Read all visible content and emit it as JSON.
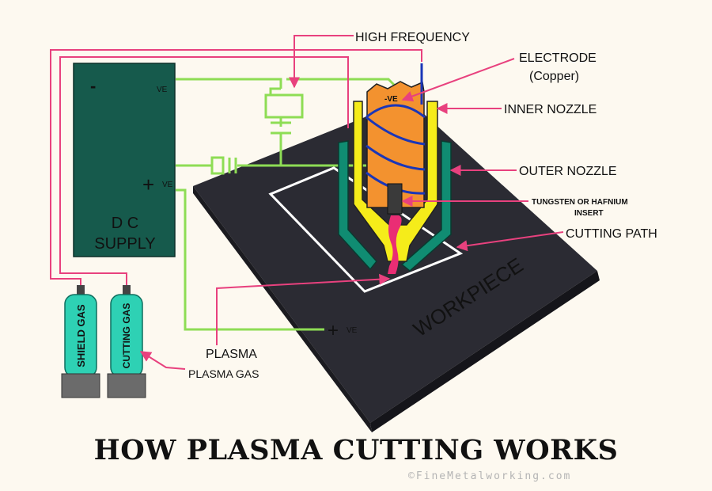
{
  "labels": {
    "high_frequency": "HIGH FREQUENCY",
    "electrode": "ELECTRODE",
    "electrode_material": "(Copper)",
    "inner_nozzle": "INNER NOZZLE",
    "outer_nozzle": "OUTER NOZZLE",
    "insert_line1": "TUNGSTEN OR HAFNIUM",
    "insert_line2": "INSERT",
    "cutting_path": "CUTTING PATH",
    "workpiece": "WORKPIECE",
    "plasma": "PLASMA",
    "plasma_gas": "PLASMA GAS",
    "supply_line1": "D C",
    "supply_line2": "SUPPLY",
    "supply_neg_sign": "-",
    "supply_pos_sign": "+",
    "ve": "VE",
    "electrode_neg": "-VE",
    "work_pos_sign": "+",
    "shield_gas": "SHIELD GAS",
    "cutting_gas": "CUTTING GAS"
  },
  "title": "HOW PLASMA CUTTING WORKS",
  "credit": "©FineMetalworking.com",
  "colors": {
    "background": "#fdf9f0",
    "wire": "#8edd55",
    "supply": "#165a4c",
    "workpiece": "#2b2b33",
    "outer_nozzle": "#108c72",
    "inner_nozzle": "#f5ec1a",
    "electrode": "#f3922f",
    "coil": "#1a36b8",
    "plasma": "#ea2d74",
    "pointer": "#e8417e",
    "cylinder": "#2ed1b4"
  }
}
